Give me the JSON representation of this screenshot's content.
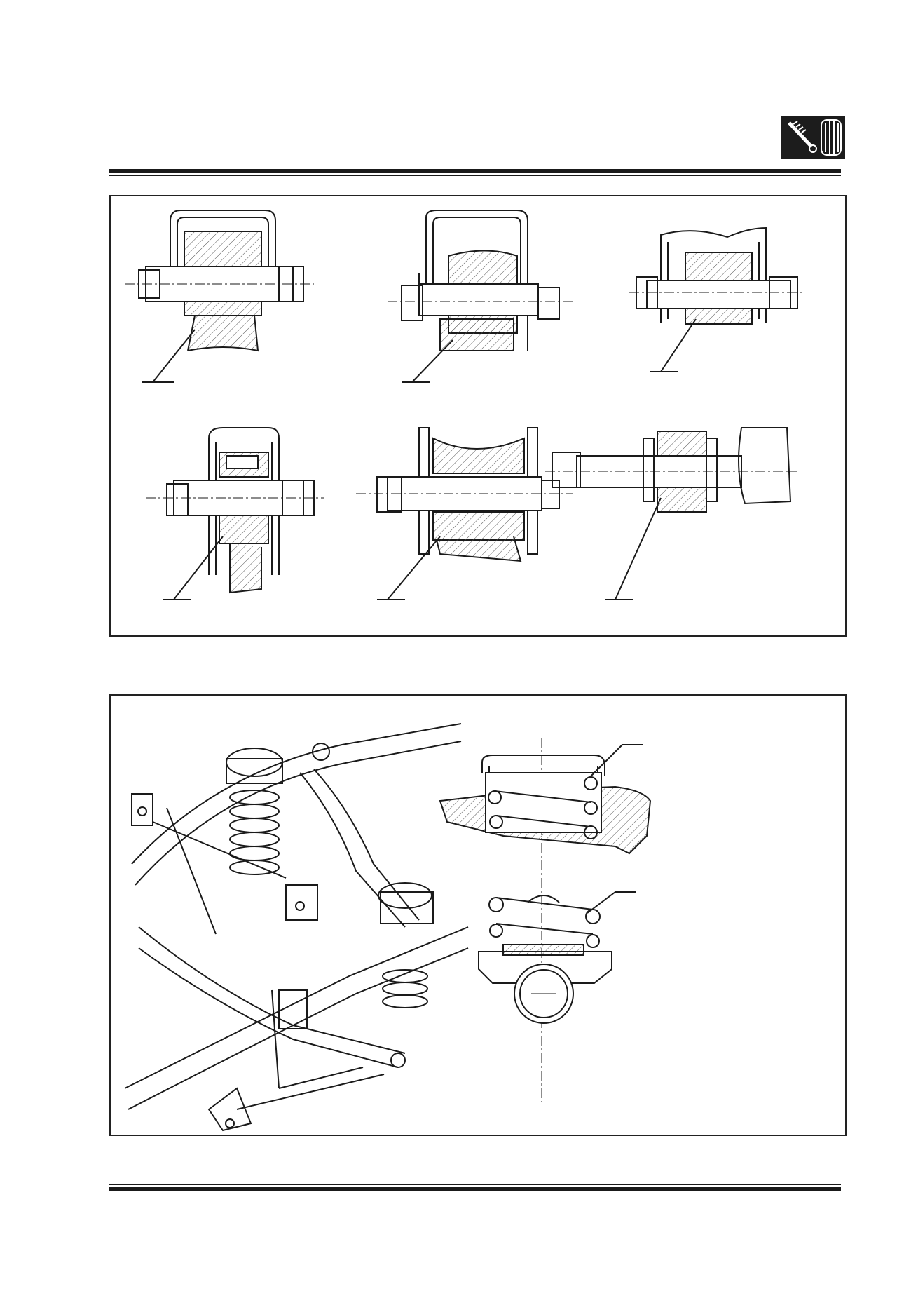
{
  "header": {
    "section_icon": "suspension-shock-and-tyre-icon"
  },
  "figures": {
    "top": {
      "views": [
        "bushing-view-1",
        "bushing-view-2",
        "bushing-view-3",
        "bushing-view-4",
        "bushing-view-5",
        "bushing-view-6"
      ]
    },
    "bottom": {
      "left": "front-suspension-assembly-view",
      "right": "coil-spring-seat-section-view"
    }
  },
  "colors": {
    "ink": "#1a1a1a",
    "paper": "#ffffff",
    "icon_bg": "#1c1c1c"
  }
}
